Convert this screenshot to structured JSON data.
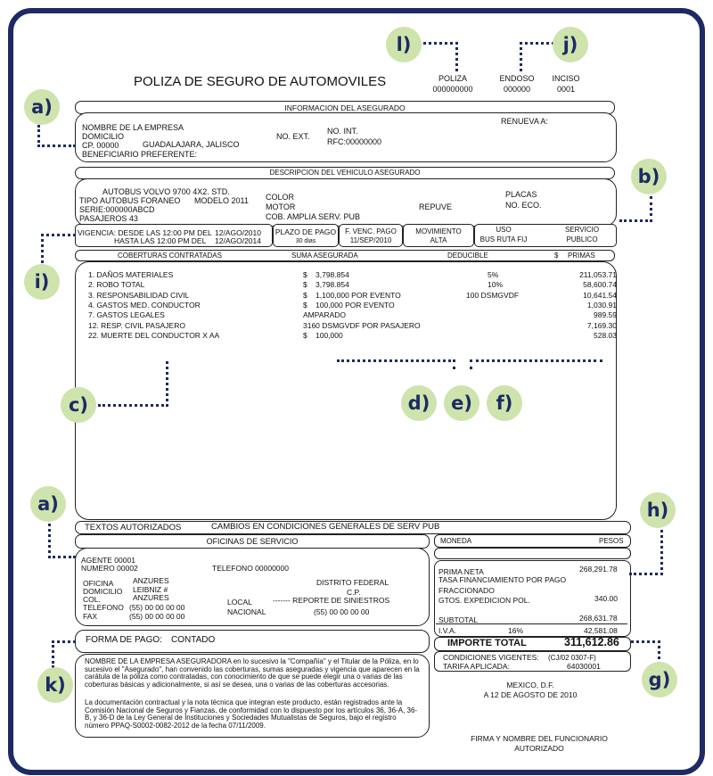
{
  "header": {
    "title": "POLIZA DE SEGURO DE AUTOMOVILES",
    "poliza_label": "POLIZA",
    "poliza_value": "000000000",
    "endoso_label": "ENDOSO",
    "endoso_value": "000000",
    "inciso_label": "INCISO",
    "inciso_value": "0001"
  },
  "asegurado": {
    "section_title": "INFORMACION DEL ASEGURADO",
    "empresa": "NOMBRE DE LA EMPRESA",
    "domicilio": "DOMICILIO",
    "no_ext": "NO. EXT.",
    "no_int": "NO. INT.",
    "cp": "CP. 00000",
    "ciudad": "GUADALAJARA, JALISCO",
    "rfc": "RFC:00000000",
    "beneficiario": "BENEFICIARIO PREFERENTE:",
    "renueva": "RENUEVA A:"
  },
  "vehiculo": {
    "section_title": "DESCRIPCION DEL VEHICULO ASEGURADO",
    "modelo_desc": "AUTOBUS VOLVO 9700 4X2. STD.",
    "tipo": "TIPO AUTOBUS FORANEO",
    "modelo": "MODELO 2011",
    "serie": "SERIE:000000ABCD",
    "pasajeros": "PASAJEROS 43",
    "color": "COLOR",
    "motor": "MOTOR",
    "cob": "COB. AMPLIA SERV. PUB",
    "repuve": "REPUVE",
    "placas": "PLACAS",
    "no_eco": "NO. ECO."
  },
  "vigencia": {
    "desde": "VIGENCIA: DESDE LAS 12:00 PM DEL",
    "desde_fecha": "12/AGO/2010",
    "hasta": "HASTA LAS 12:00 PM DEL",
    "hasta_fecha": "12/AGO/2014",
    "plazo_label": "PLAZO DE PAGO",
    "plazo_value": "30 dias",
    "fvenc_label": "F. VENC. PAGO",
    "fvenc_value": "11/SEP/2010",
    "mov_label": "MOVIMIENTO",
    "mov_value": "ALTA",
    "uso_label": "USO",
    "uso_value": "BUS RUTA FIJ",
    "servicio_label": "SERVICIO",
    "servicio_value": "PUBLICO"
  },
  "coberturas": {
    "col_cobertura": "COBERTURAS CONTRATADAS",
    "col_suma": "SUMA ASEGURADA",
    "col_deducible": "DEDUCIBLE",
    "col_moneda": "$",
    "col_primas": "PRIMAS",
    "rows": [
      {
        "name": "1. DAÑOS MATERIALES",
        "cur": "$",
        "suma": "3,798.854",
        "ded": "5%",
        "prima": "211,053.71"
      },
      {
        "name": "2. ROBO TOTAL",
        "cur": "$",
        "suma": "3,798.854",
        "ded": "10%",
        "prima": "58,600.74"
      },
      {
        "name": "3. RESPONSABILIDAD CIVIL",
        "cur": "$",
        "suma": "1,100,000 POR EVENTO",
        "ded": "100 DSMGVDF",
        "prima": "10,641.54"
      },
      {
        "name": "4. GASTOS MED. CONDUCTOR",
        "cur": "$",
        "suma": "100,000 POR EVENTO",
        "ded": "",
        "prima": "1,030.91"
      },
      {
        "name": "7. GASTOS LEGALES",
        "cur": "",
        "suma": "AMPARADO",
        "ded": "",
        "prima": "989.59"
      },
      {
        "name": "12. RESP. CIVIL PASAJERO",
        "cur": "",
        "suma": "3160 DSMGVDF POR PASAJERO",
        "ded": "",
        "prima": "7,169.30"
      },
      {
        "name": "22. MUERTE DEL CONDUCTOR X AA",
        "cur": "$",
        "suma": "100,000",
        "ded": "",
        "prima": "528.03"
      }
    ]
  },
  "textos": {
    "label": "TEXTOS AUTORIZADOS",
    "value": "CAMBIOS EN CONDICIONES GENERALES DE SERV PUB"
  },
  "oficinas": {
    "section_title": "OFICINAS DE SERVICIO",
    "agente": "AGENTE   00001",
    "numero": "NUMERO   00002",
    "telefono": "TELEFONO 00000000",
    "oficina_label": "OFICINA",
    "oficina_value": "ANZURES",
    "domicilio_label": "DOMICILIO",
    "domicilio_value": "LEIBNIZ #",
    "col_label": "COL.",
    "col_value": "ANZURES",
    "tel_label": "TELEFONO",
    "tel_value": "(55) 00 00 00 00",
    "fax_label": "FAX",
    "fax_value": "(55) 00 00 00 00",
    "distrito": "DISTRITO FEDERAL",
    "cp": "C.P.",
    "local": "LOCAL",
    "reporte": "------- REPORTE DE SINIESTROS",
    "nacional": "NACIONAL",
    "nacional_value": "(55) 00 00 00 00"
  },
  "moneda": {
    "label": "MONEDA",
    "value": "PESOS"
  },
  "totales": {
    "prima_neta_label": "PRIMA NETA",
    "prima_neta_value": "268,291.78",
    "tasa_label": "TASA FINANCIAMIENTO POR PAGO",
    "fraccionado_label": "FRACCIONADO",
    "gtos_label": "GTOS. EXPEDICION POL.",
    "gtos_value": "340.00",
    "subtotal_label": "SUBTOTAL",
    "subtotal_value": "268,631.78",
    "iva_label": "I.V.A.",
    "iva_pct": "16%",
    "iva_value": "42,581.08",
    "importe_label": "IMPORTE TOTAL",
    "importe_value": "311,612.86",
    "condiciones_label": "CONDICIONES VIGENTES:",
    "condiciones_value": "(CJ/02 0307-F)",
    "tarifa_label": "TARIFA APLICADA:",
    "tarifa_value": "64030001"
  },
  "pago": {
    "label": "FORMA DE PAGO:",
    "value": "CONTADO"
  },
  "legal": {
    "p1": "NOMBRE DE LA EMPRESA ASEGURADORA en lo sucesivo la \"Compañía\" y el Titular de la Póliza, en lo sucesivo el \"Asegurado\", han convenido las coberturas, sumas aseguradas y vigencia que aparecen en la carátula de la póliza como contratadas, con conocimiento de que se puede elegir una o varias de las coberturas básicas y adicionalmente, si así se desea, una o varias de las coberturas accesorias.",
    "p2": "La documentación contractual y la nota técnica que integran este producto, están registrados ante la Comisión Nacional de Seguros y Fianzas, de conformidad con lo dispuesto por los artículos 36, 36-A, 36-B, y 36-D de la Ley General de Instituciones y Sociedades Mutualistas de Seguros, bajo el registro número PPAQ-S0002-0082-2012 de la fecha 07/11/2009."
  },
  "firma": {
    "lugar": "MEXICO, D.F.",
    "fecha": "A 12 DE AGOSTO DE 2010",
    "firma1": "FIRMA Y NOMBRE DEL FUNCIONARIO",
    "firma2": "AUTORIZADO"
  },
  "annotations": {
    "l": "l)",
    "j": "j)",
    "a1": "a)",
    "b": "b)",
    "i": "i)",
    "c": "c)",
    "d": "d)",
    "e": "e)",
    "f": "f)",
    "a2": "a)",
    "h": "h)",
    "k": "k)",
    "g": "g)"
  },
  "colors": {
    "frame": "#1d2a63",
    "badge": "#cfe3ad",
    "badge_text": "#1d2a63"
  }
}
